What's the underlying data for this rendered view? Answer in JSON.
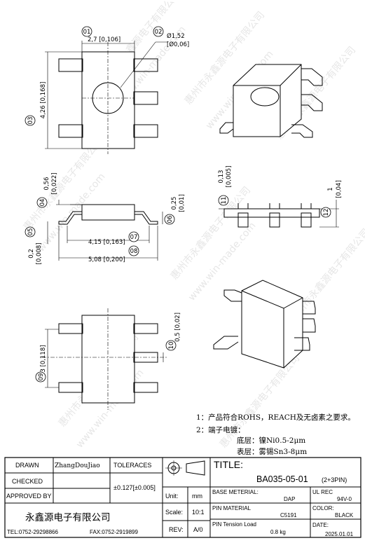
{
  "dims": {
    "c1": "01",
    "c2": "02",
    "c3": "03",
    "c4": "04",
    "c5": "05",
    "c6": "06",
    "c7": "07",
    "c8": "08",
    "c9": "09",
    "c10": "10",
    "c11": "11",
    "c12": "12",
    "width_2_7": "2,7 [0,106]",
    "hole_d": "Ø1,52",
    "hole_tol": "[Ø0,06]",
    "height_4_26": "4,26 [0,168]",
    "h_0_56": "0,56",
    "h_0_56_in": "[0,022]",
    "h_0_25": "0,25",
    "h_0_25_in": "[0,01]",
    "h_0_2": "0,2",
    "h_0_2_in": "[0,008]",
    "w_4_15": "4,15 [0,163]",
    "w_5_08": "5,08 [0,200]",
    "h_0_13": "0,13",
    "h_0_13_in": "[0,005]",
    "h_1": "1",
    "h_1_in": "[0,04]",
    "w_0_5": "0,5 [0,02]",
    "w_3": "3 [0,118]"
  },
  "notes": {
    "line1": "1：产品符合ROHS，REACH及无卤素之要求。",
    "line2": "2：端子电镀：",
    "line3": "底层：镍Ni0.5-2μm",
    "line4": "表层：雾锡Sn3-8μm"
  },
  "title_block": {
    "drawn_label": "DRAWN",
    "drawn_value": "ZhangDouJiao",
    "checked_label": "CHECKED",
    "approved_label": "APPROVED BY",
    "tolerances_label": "TOLERACES",
    "tolerances_value": "±0.127[±0.005]",
    "unit_label": "Unit:",
    "unit_value": "mm",
    "scale_label": "Scale:",
    "scale_value": "10:1",
    "rev_label": "REV:",
    "rev_value": "A/0",
    "title_label": "TITLE:",
    "title_value": "BA035-05-01",
    "title_suffix": "(2+3PIN)",
    "base_material_label": "BASE METERIAL:",
    "base_material_value": "DAP",
    "ul_rec_label": "UL REC",
    "ul_rec_value": "94V-0",
    "pin_material_label": "PIN MATERIAL",
    "pin_material_value": "C5191",
    "color_label": "COLOR:",
    "color_value": "BLACK",
    "pin_tension_label": "PIN Tension Load",
    "pin_tension_value": "0.8 kg",
    "date_label": "DATE:",
    "date_value": "2025.01.01",
    "company": "永鑫源电子有限公司",
    "tel": "TEL:0752-29298866",
    "fax": "FAX:0752-2919899"
  },
  "watermark": {
    "cn": "惠州市永鑫源电子有限公司",
    "en": "www.win-made.com"
  }
}
